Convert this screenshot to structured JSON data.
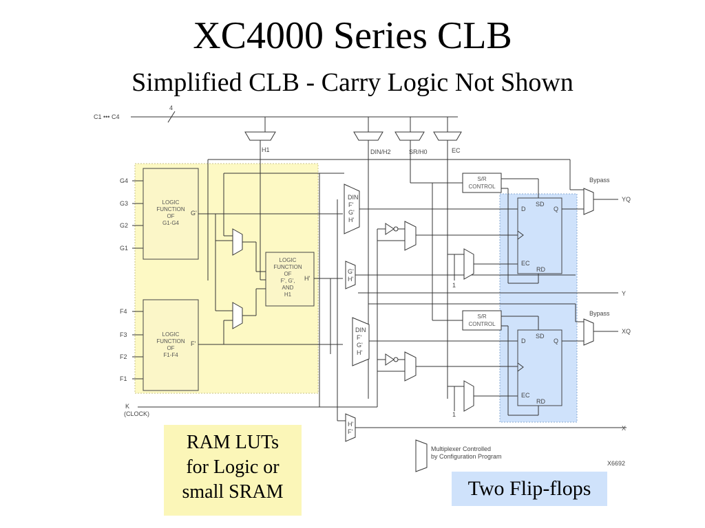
{
  "slide": {
    "title": "XC4000 Series CLB",
    "subtitle": "Simplified CLB - Carry Logic Not Shown"
  },
  "callouts": {
    "lut": [
      "RAM LUTs",
      "for Logic or",
      "small SRAM"
    ],
    "ff": "Two Flip-flops"
  },
  "diagram": {
    "carry_label": "C1 ••• C4",
    "bus_width": "4",
    "mux_labels": [
      "H1",
      "DIN/H2",
      "SR/H0",
      "EC"
    ],
    "g_inputs": [
      "G4",
      "G3",
      "G2",
      "G1"
    ],
    "f_inputs": [
      "F4",
      "F3",
      "F2",
      "F1"
    ],
    "lut_g": [
      "LOGIC",
      "FUNCTION",
      "OF",
      "G1-G4"
    ],
    "lut_f": [
      "LOGIC",
      "FUNCTION",
      "OF",
      "F1-F4"
    ],
    "lut_h": [
      "LOGIC",
      "FUNCTION",
      "OF",
      "F', G',",
      "AND",
      "H1"
    ],
    "g_out": "G'",
    "f_out": "F'",
    "h_out": "H'",
    "sr_control": [
      "S/R",
      "CONTROL"
    ],
    "bypass": "Bypass",
    "ff_pins": {
      "d": "D",
      "sd": "SD",
      "q": "Q",
      "ec": "EC",
      "rd": "RD"
    },
    "mux_in_top": [
      "DIN",
      "F'",
      "G'",
      "H'"
    ],
    "mux_in_mid": [
      "G'",
      "H'"
    ],
    "mux_in_bot": [
      "DIN",
      "F'",
      "G'",
      "H'"
    ],
    "mux_in_x": [
      "H'",
      "F'"
    ],
    "outputs": [
      "YQ",
      "Y",
      "XQ",
      "X"
    ],
    "const_one": "1",
    "clock_label": [
      "K",
      "(CLOCK)"
    ],
    "legend": [
      "Multiplexer Controlled",
      "by Configuration Program"
    ],
    "figure_id": "X6692"
  }
}
